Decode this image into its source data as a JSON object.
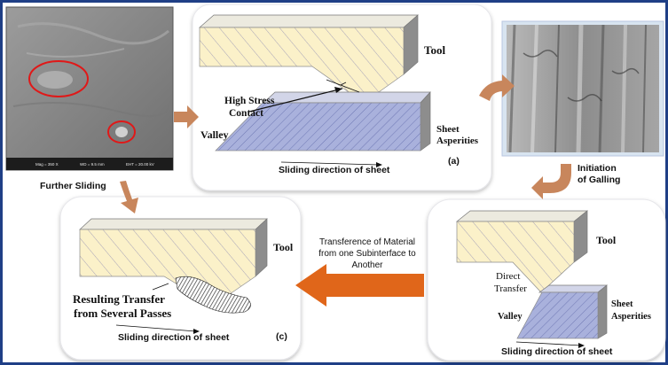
{
  "top_panel": {
    "tool": "Tool",
    "high_stress": "High Stress",
    "contact": "Contact",
    "valley": "Valley",
    "sheet": "Sheet",
    "asperities": "Asperities",
    "sliding": "Sliding direction of sheet",
    "tag": "(a)"
  },
  "sem_left": {
    "mag": "Mag = 350 X",
    "wd": "WD = 9.5 mm",
    "eht": "EHT = 20.00 kV"
  },
  "arrow_labels": {
    "further_sliding": "Further Sliding",
    "initiation_1": "Initiation",
    "initiation_2": "of Galling",
    "transference_1": "Transference of Material",
    "transference_2": "from one Subinterface to",
    "transference_3": "Another"
  },
  "right_panel": {
    "tool": "Tool",
    "direct": "Direct",
    "transfer": "Transfer",
    "valley": "Valley",
    "sheet": "Sheet",
    "asperities": "Asperities",
    "sliding": "Sliding direction of sheet"
  },
  "left_panel": {
    "tool": "Tool",
    "resulting": "Resulting Transfer",
    "passes": "from Several Passes",
    "sliding": "Sliding direction of sheet",
    "tag": "(c)"
  },
  "colors": {
    "frame": "#1f3f86",
    "arrow": "#c8865c",
    "big_arrow": "#e0661a",
    "tool_fill": "#fbf1c9",
    "sheet_fill": "#a9b1dc",
    "highlight": "#e01818"
  }
}
